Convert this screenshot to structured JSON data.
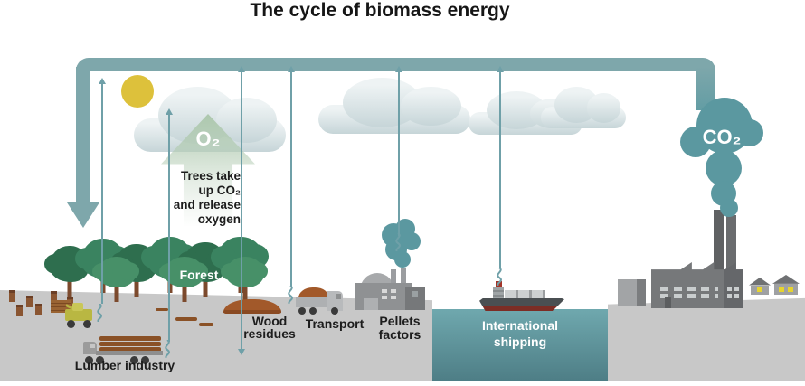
{
  "title": "The cycle of biomass energy",
  "labels": {
    "o2": "O₂",
    "co2": "CO₂",
    "forest": "Forest",
    "lumber_industry": "Lumber industry",
    "wood_residues": [
      "Wood",
      "residues"
    ],
    "transport": "Transport",
    "pellets_factory": [
      "Pellets",
      "factors"
    ],
    "international_shipping": [
      "International",
      "shipping"
    ]
  },
  "note": {
    "lines": [
      "Trees take",
      "up CO₂",
      "and release",
      "oxygen"
    ]
  },
  "colors": {
    "cycle_pipe": "#7ea7ab",
    "co2_smoke": "#5b98a0",
    "flow_arrow": "#6fa0a8",
    "sun": "#ddc13b",
    "water": "#63a0a8",
    "tree_green": "#3a8360",
    "ground": "#c8c8c8"
  }
}
